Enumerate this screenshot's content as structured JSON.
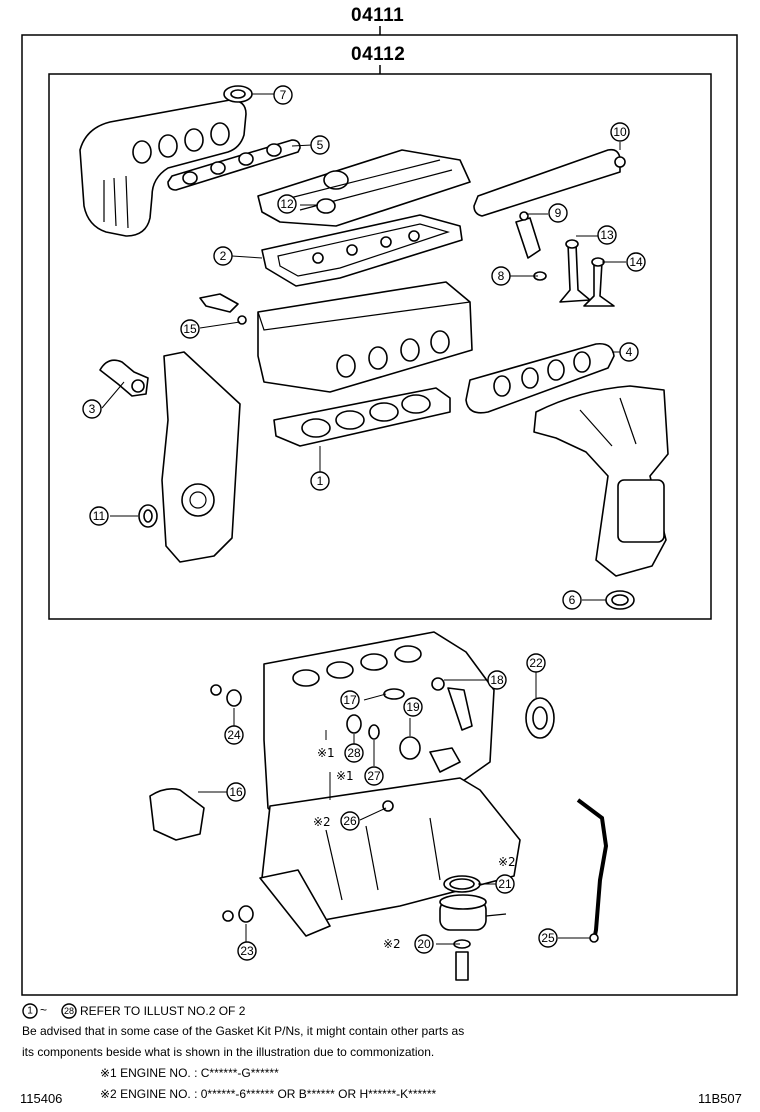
{
  "kit_codes": {
    "outer": "04111",
    "inner": "04112"
  },
  "callouts": {
    "c1": "1",
    "c2": "2",
    "c3": "3",
    "c4": "4",
    "c5": "5",
    "c6": "6",
    "c7": "7",
    "c8": "8",
    "c9": "9",
    "c10": "10",
    "c11": "11",
    "c12": "12",
    "c13": "13",
    "c14": "14",
    "c15": "15",
    "c16": "16",
    "c17": "17",
    "c18": "18",
    "c19": "19",
    "c20": "20",
    "c21": "21",
    "c22": "22",
    "c23": "23",
    "c24": "24",
    "c25": "25",
    "c26": "26",
    "c27": "27",
    "c28": "28"
  },
  "marks": {
    "m1": "※1",
    "m2": "※2"
  },
  "notes": {
    "range_start": "1",
    "range_sep": "~",
    "range_end": "28",
    "refer": "REFER TO ILLUST NO.2 OF 2",
    "advice_line1": "Be advised that in some case of the Gasket Kit P/Ns,  it might contain other parts as",
    "advice_line2": "its components beside what is shown in the illustration due to commonization.",
    "engine1": "※1 ENGINE NO. : C******-G******",
    "engine2": "※2 ENGINE NO. : 0******-6****** OR B****** OR H******-K******"
  },
  "footer": {
    "left_code": "115406",
    "right_code": "11B507"
  }
}
